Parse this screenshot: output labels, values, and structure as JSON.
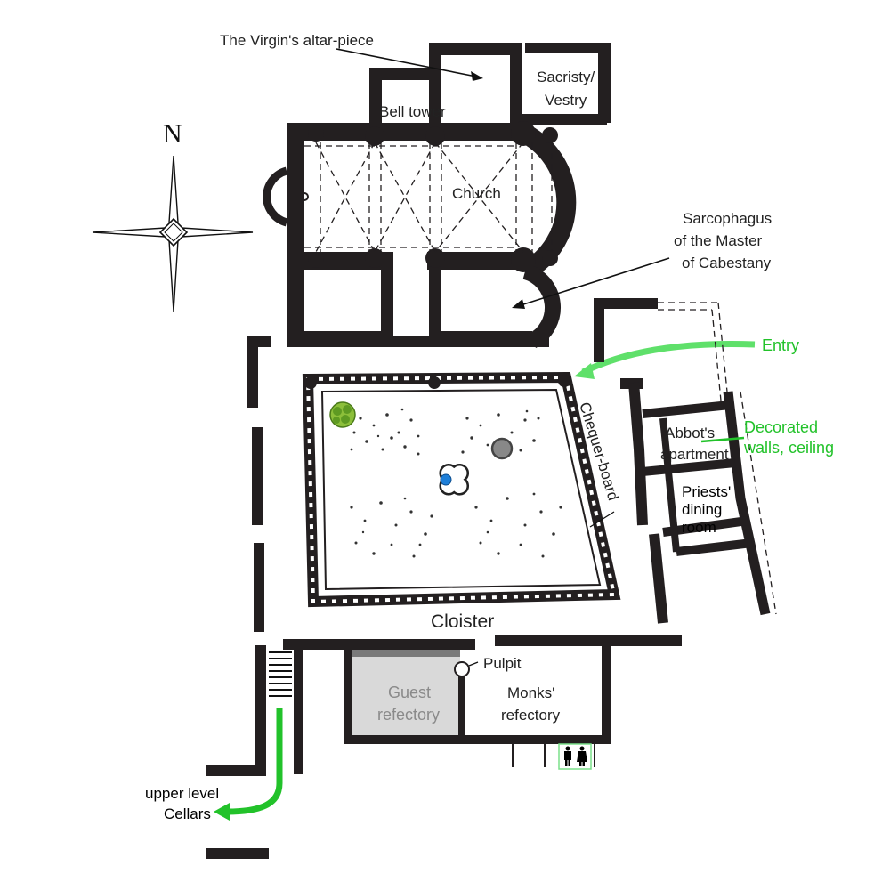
{
  "compass": {
    "north": "N"
  },
  "labels": {
    "altar": "The Virgin's altar-piece",
    "sacristy_line1": "Sacristy/",
    "sacristy_line2": "Vestry",
    "bell_tower": "Bell tower",
    "church": "Church",
    "sarcophagus_line1": "Sarcophagus",
    "sarcophagus_line2": "of the Master",
    "sarcophagus_line3": "of Cabestany",
    "entry": "Entry",
    "decorated_line1": "Decorated",
    "decorated_line2": "walls, ceiling",
    "abbot_line1": "Abbot's",
    "abbot_line2": "apartment",
    "priests_line1": "Priests'",
    "priests_line2": "dining",
    "priests_line3": "room",
    "chequer": "Chequer-board",
    "cloister": "Cloister",
    "pulpit": "Pulpit",
    "guest_line1": "Guest",
    "guest_line2": "refectory",
    "monks_line1": "Monks'",
    "monks_line2": "refectory",
    "upper_level": "upper level",
    "cellars": "Cellars"
  },
  "colors": {
    "wall": "#231f20",
    "accent_green": "#22c22a",
    "guest_refectory_fill": "#d9d9d9",
    "fountain_blue": "#1e7fd8",
    "tree_green": "#6aa22a"
  },
  "icons": {
    "compass": "compass-rose-icon",
    "tree": "tree-icon",
    "fountain": "fountain-icon",
    "well": "well-icon",
    "toilets": "toilets-icon"
  }
}
